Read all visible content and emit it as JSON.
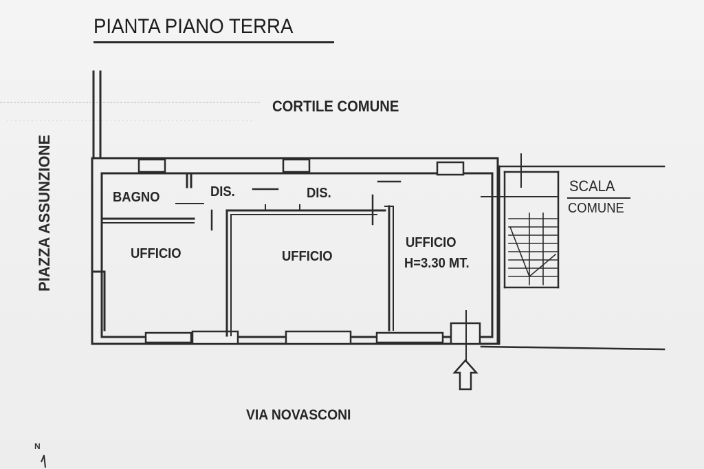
{
  "title": "PIANTA PIANO TERRA",
  "labels": {
    "courtyard": "CORTILE COMUNE",
    "square": "PIAZZA ASSUNZIONE",
    "street": "VIA NOVASCONI",
    "stair_line1": "SCALA",
    "stair_line2": "COMUNE",
    "bathroom": "BAGNO",
    "corridor1": "DIS.",
    "corridor2": "DIS.",
    "office1": "UFFICIO",
    "office2": "UFFICIO",
    "office3": "UFFICIO",
    "office3_height": "H=3.30 MT.",
    "north": "N"
  },
  "colors": {
    "ink": "#2a2a2a",
    "paper": "#f1f1f1"
  }
}
